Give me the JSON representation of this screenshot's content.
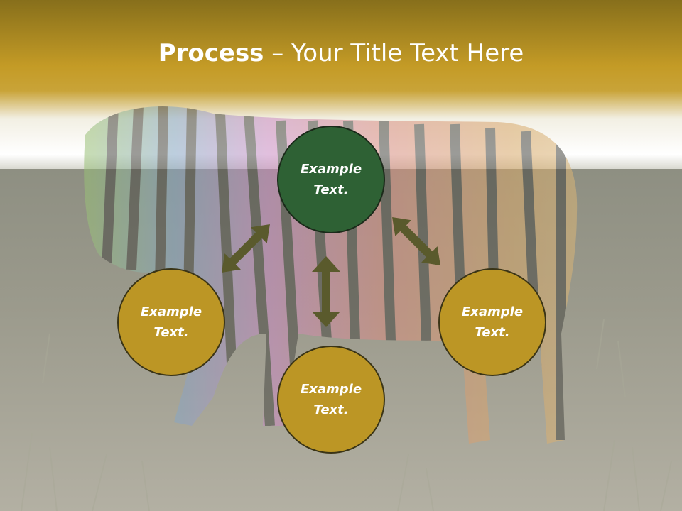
{
  "title": {
    "bold": "Process",
    "rest": " – Your Title Text Here"
  },
  "nodes": {
    "top": "Example Text.",
    "left": "Example Text.",
    "right": "Example Text.",
    "bottom": "Example Text."
  },
  "colors": {
    "header": "#b9901f",
    "node_center": "#2e6134",
    "node_outer": "#bc9625",
    "arrow": "#5a5a2c"
  }
}
